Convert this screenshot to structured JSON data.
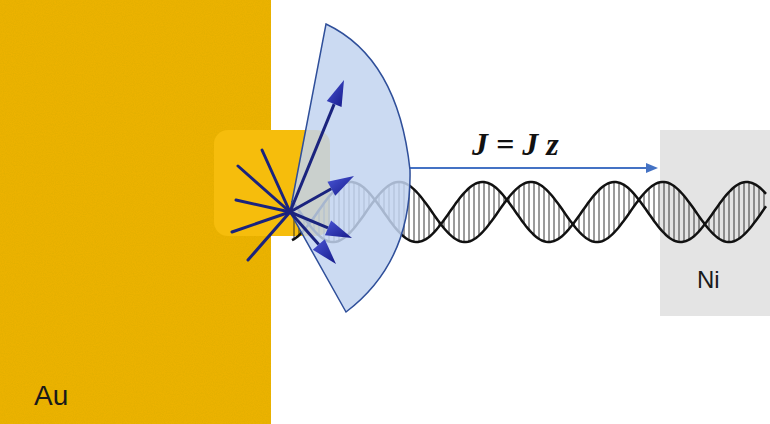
{
  "diagram": {
    "nodes": [
      {
        "text": [
          "Au"
        ]
      },
      {
        "text": [
          "Ni"
        ]
      }
    ],
    "labels": [
      "J = J z"
    ]
  }
}
